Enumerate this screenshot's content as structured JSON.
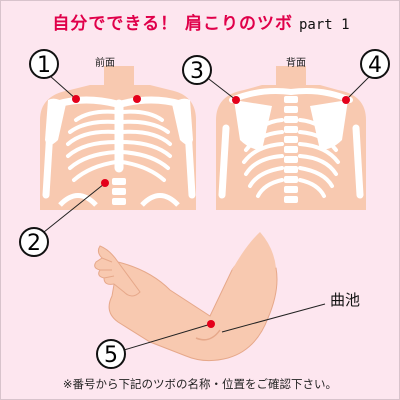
{
  "title": {
    "main": "自分でできる！ 肩こりのツボ",
    "part": "part 1"
  },
  "labels": {
    "front": "前面",
    "back": "背面"
  },
  "markers": [
    {
      "number": "1"
    },
    {
      "number": "2"
    },
    {
      "number": "3"
    },
    {
      "number": "4"
    },
    {
      "number": "5"
    }
  ],
  "acupoint_name": "曲池",
  "footnote": "※番号から下記のツボの名称・位置をご確認下さい。",
  "colors": {
    "background": "#fde6ef",
    "title": "#e0004a",
    "skin": "#f8c9b0",
    "bone": "#ffffff",
    "point": "#e4001b"
  }
}
